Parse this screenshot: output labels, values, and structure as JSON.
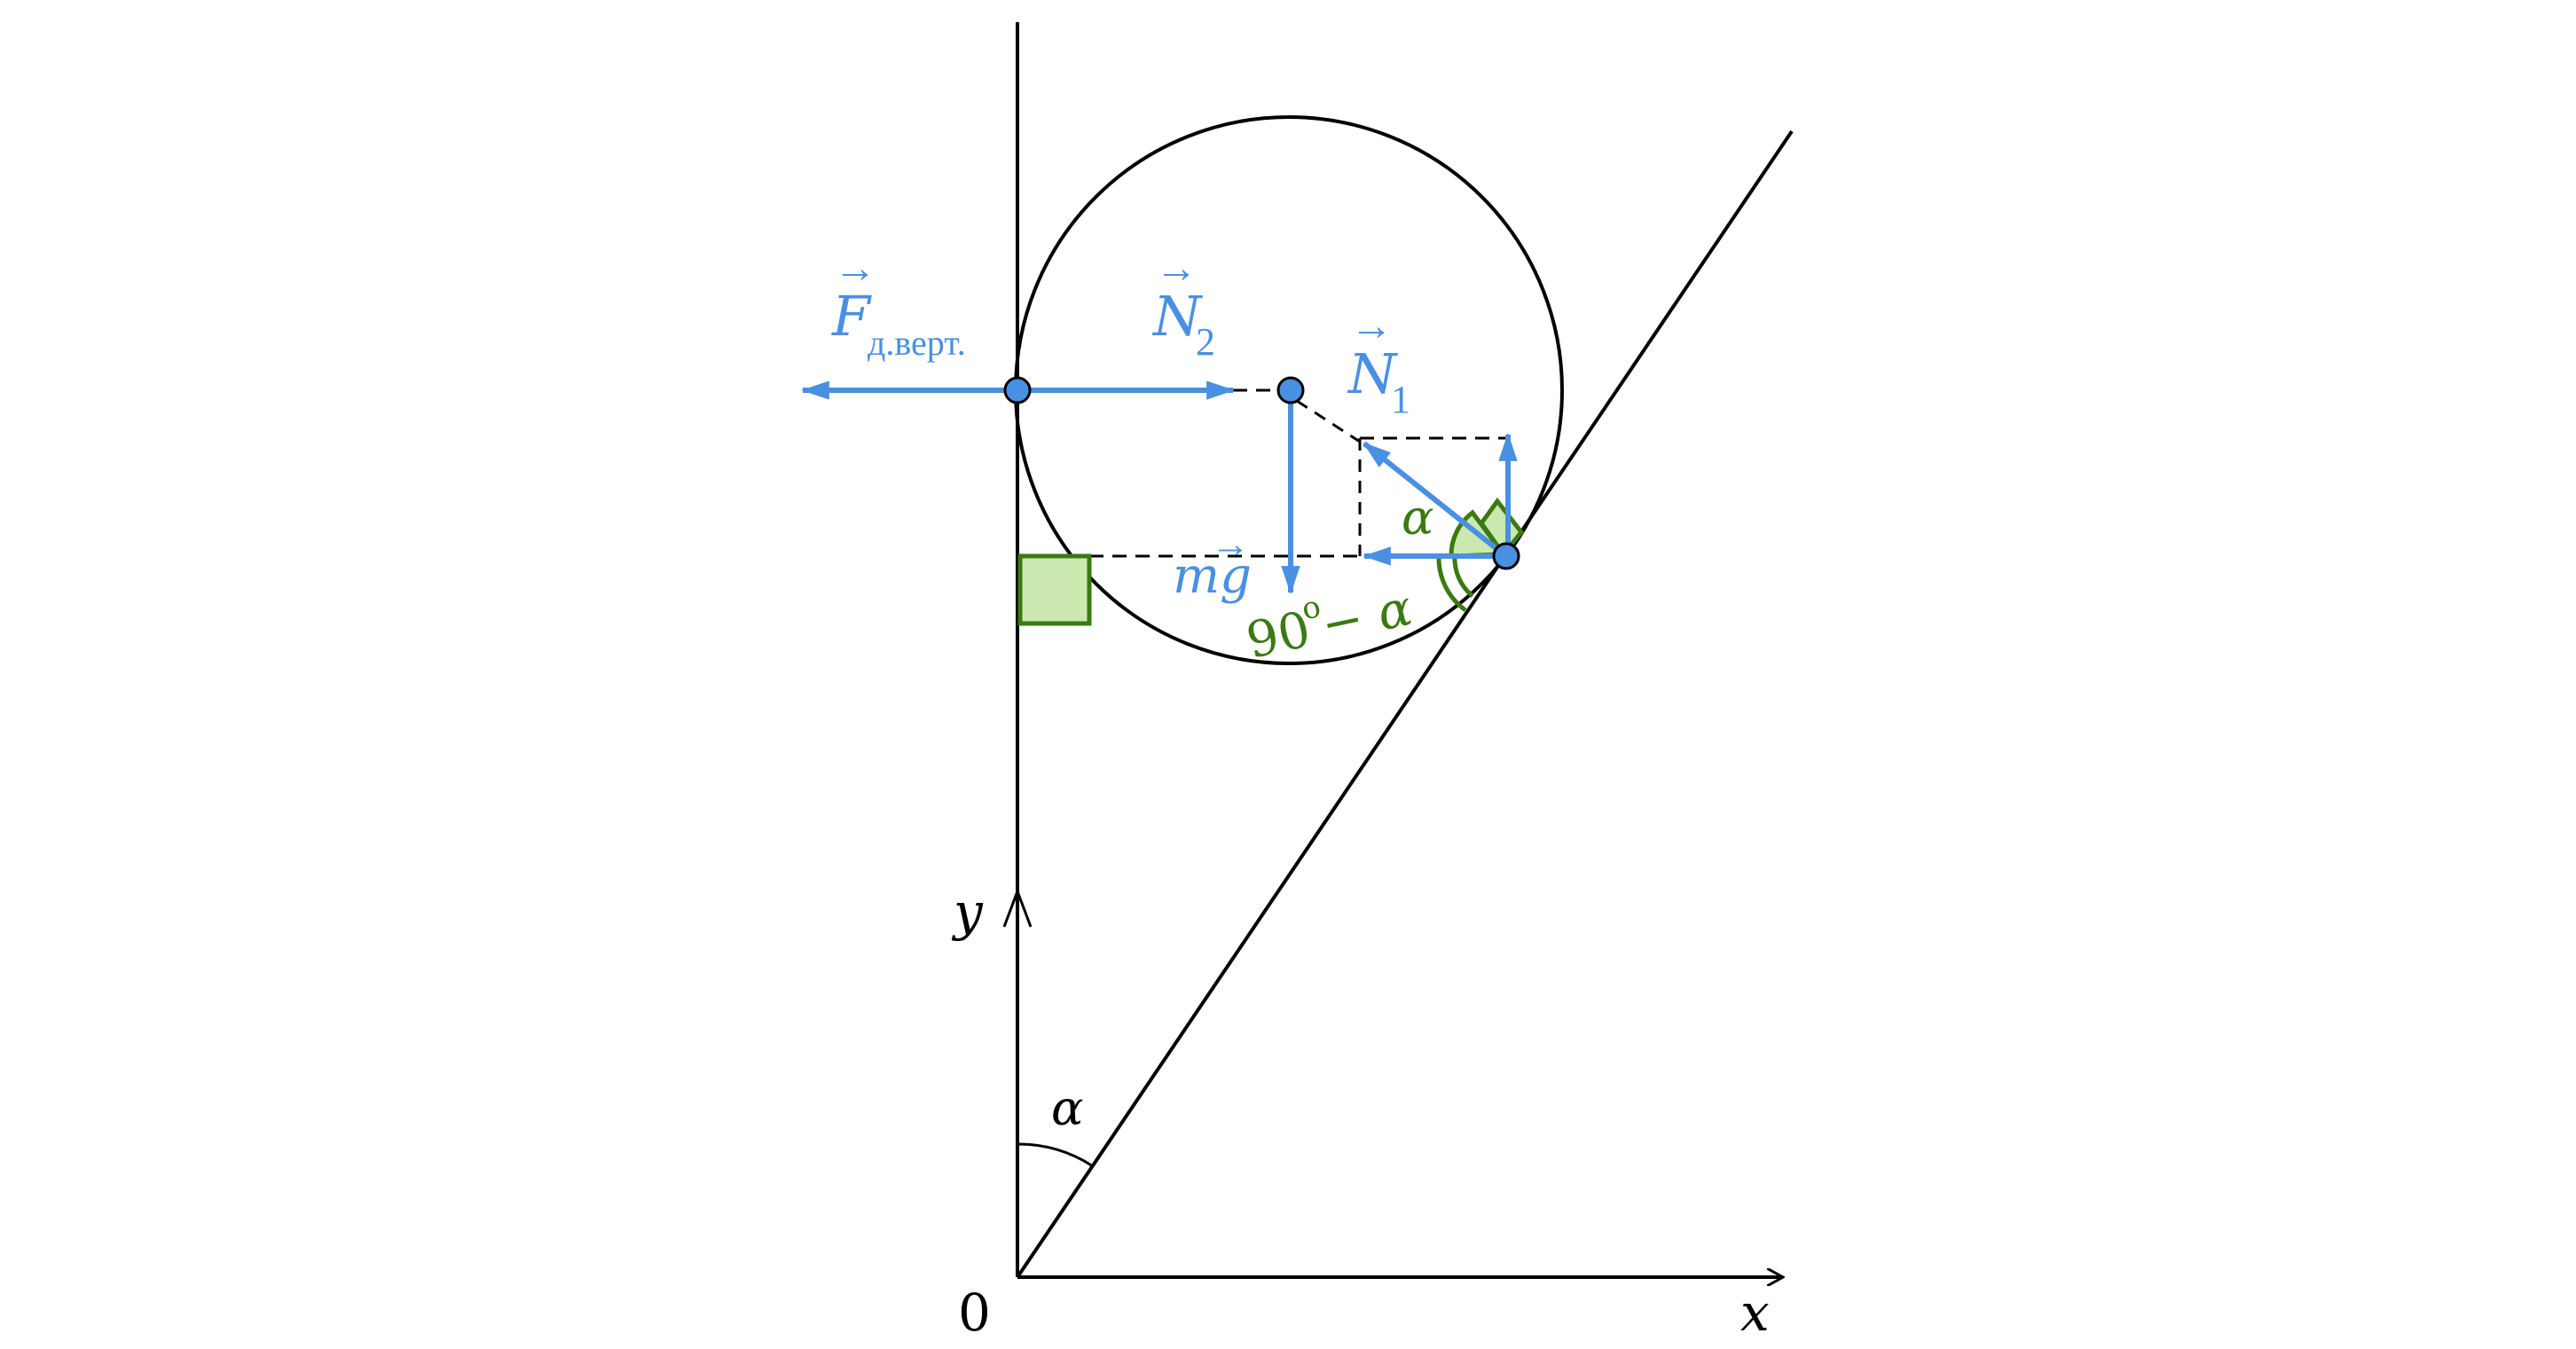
{
  "colors": {
    "ink": "#000000",
    "force": "#4a90e2",
    "angle": "#3a7a10",
    "angle_fill": "#cbe8b0"
  },
  "labels": {
    "origin": "0",
    "x_axis": "x",
    "y_axis": "y",
    "angle_alpha": "α",
    "force_f_main": "F",
    "force_f_sub": "д.верт.",
    "force_n2_main": "N",
    "force_n2_sub": "2",
    "force_n1_main": "N",
    "force_n1_sub": "1",
    "force_mg": "mg",
    "arrow_glyph": "→",
    "angle_alpha_green": "α",
    "angle_90_num": "90",
    "angle_90_deg": "o",
    "angle_90_rest": " − α"
  }
}
